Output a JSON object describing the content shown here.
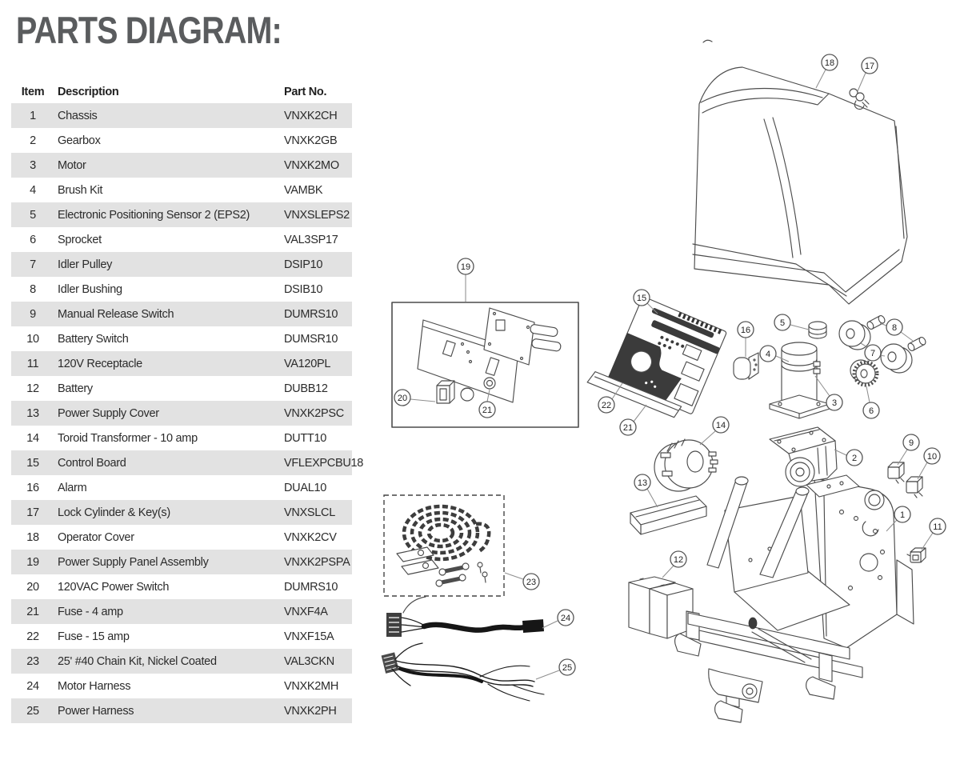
{
  "title": "PARTS DIAGRAM:",
  "colors": {
    "title_text": "#5a5c5e",
    "row_stripe": "#e2e2e2",
    "table_text": "#2b2b2b",
    "line_art": "#4c4c4c"
  },
  "table": {
    "headers": {
      "item": "Item",
      "description": "Description",
      "part_no": "Part No."
    },
    "rows": [
      {
        "item": "1",
        "description": "Chassis",
        "part_no": "VNXK2CH"
      },
      {
        "item": "2",
        "description": "Gearbox",
        "part_no": "VNXK2GB"
      },
      {
        "item": "3",
        "description": "Motor",
        "part_no": "VNXK2MO"
      },
      {
        "item": "4",
        "description": "Brush Kit",
        "part_no": "VAMBK"
      },
      {
        "item": "5",
        "description": "Electronic Positioning Sensor 2 (EPS2)",
        "part_no": "VNXSLEPS2"
      },
      {
        "item": "6",
        "description": "Sprocket",
        "part_no": "VAL3SP17"
      },
      {
        "item": "7",
        "description": "Idler Pulley",
        "part_no": "DSIP10"
      },
      {
        "item": "8",
        "description": "Idler Bushing",
        "part_no": "DSIB10"
      },
      {
        "item": "9",
        "description": "Manual Release Switch",
        "part_no": "DUMRS10"
      },
      {
        "item": "10",
        "description": "Battery Switch",
        "part_no": "DUMSR10"
      },
      {
        "item": "11",
        "description": "120V Receptacle",
        "part_no": "VA120PL"
      },
      {
        "item": "12",
        "description": "Battery",
        "part_no": "DUBB12"
      },
      {
        "item": "13",
        "description": "Power Supply Cover",
        "part_no": "VNXK2PSC"
      },
      {
        "item": "14",
        "description": "Toroid Transformer - 10 amp",
        "part_no": "DUTT10"
      },
      {
        "item": "15",
        "description": "Control Board",
        "part_no": "VFLEXPCBU18"
      },
      {
        "item": "16",
        "description": "Alarm",
        "part_no": "DUAL10"
      },
      {
        "item": "17",
        "description": "Lock Cylinder & Key(s)",
        "part_no": "VNXSLCL"
      },
      {
        "item": "18",
        "description": "Operator Cover",
        "part_no": "VNXK2CV"
      },
      {
        "item": "19",
        "description": "Power Supply Panel Assembly",
        "part_no": "VNXK2PSPA"
      },
      {
        "item": "20",
        "description": "120VAC Power Switch",
        "part_no": "DUMRS10"
      },
      {
        "item": "21",
        "description": "Fuse - 4 amp",
        "part_no": "VNXF4A"
      },
      {
        "item": "22",
        "description": "Fuse - 15 amp",
        "part_no": "VNXF15A"
      },
      {
        "item": "23",
        "description": "25' #40 Chain Kit, Nickel Coated",
        "part_no": "VAL3CKN"
      },
      {
        "item": "24",
        "description": "Motor Harness",
        "part_no": "VNXK2MH"
      },
      {
        "item": "25",
        "description": "Power Harness",
        "part_no": "VNXK2PH"
      }
    ]
  },
  "diagram": {
    "callouts": [
      {
        "label": "18"
      },
      {
        "label": "17"
      },
      {
        "label": "19"
      },
      {
        "label": "20"
      },
      {
        "label": "21"
      },
      {
        "label": "15"
      },
      {
        "label": "22"
      },
      {
        "label": "21"
      },
      {
        "label": "16"
      },
      {
        "label": "5"
      },
      {
        "label": "4"
      },
      {
        "label": "3"
      },
      {
        "label": "7"
      },
      {
        "label": "8"
      },
      {
        "label": "6"
      },
      {
        "label": "14"
      },
      {
        "label": "13"
      },
      {
        "label": "2"
      },
      {
        "label": "9"
      },
      {
        "label": "10"
      },
      {
        "label": "1"
      },
      {
        "label": "11"
      },
      {
        "label": "12"
      },
      {
        "label": "23"
      },
      {
        "label": "24"
      },
      {
        "label": "25"
      }
    ]
  }
}
